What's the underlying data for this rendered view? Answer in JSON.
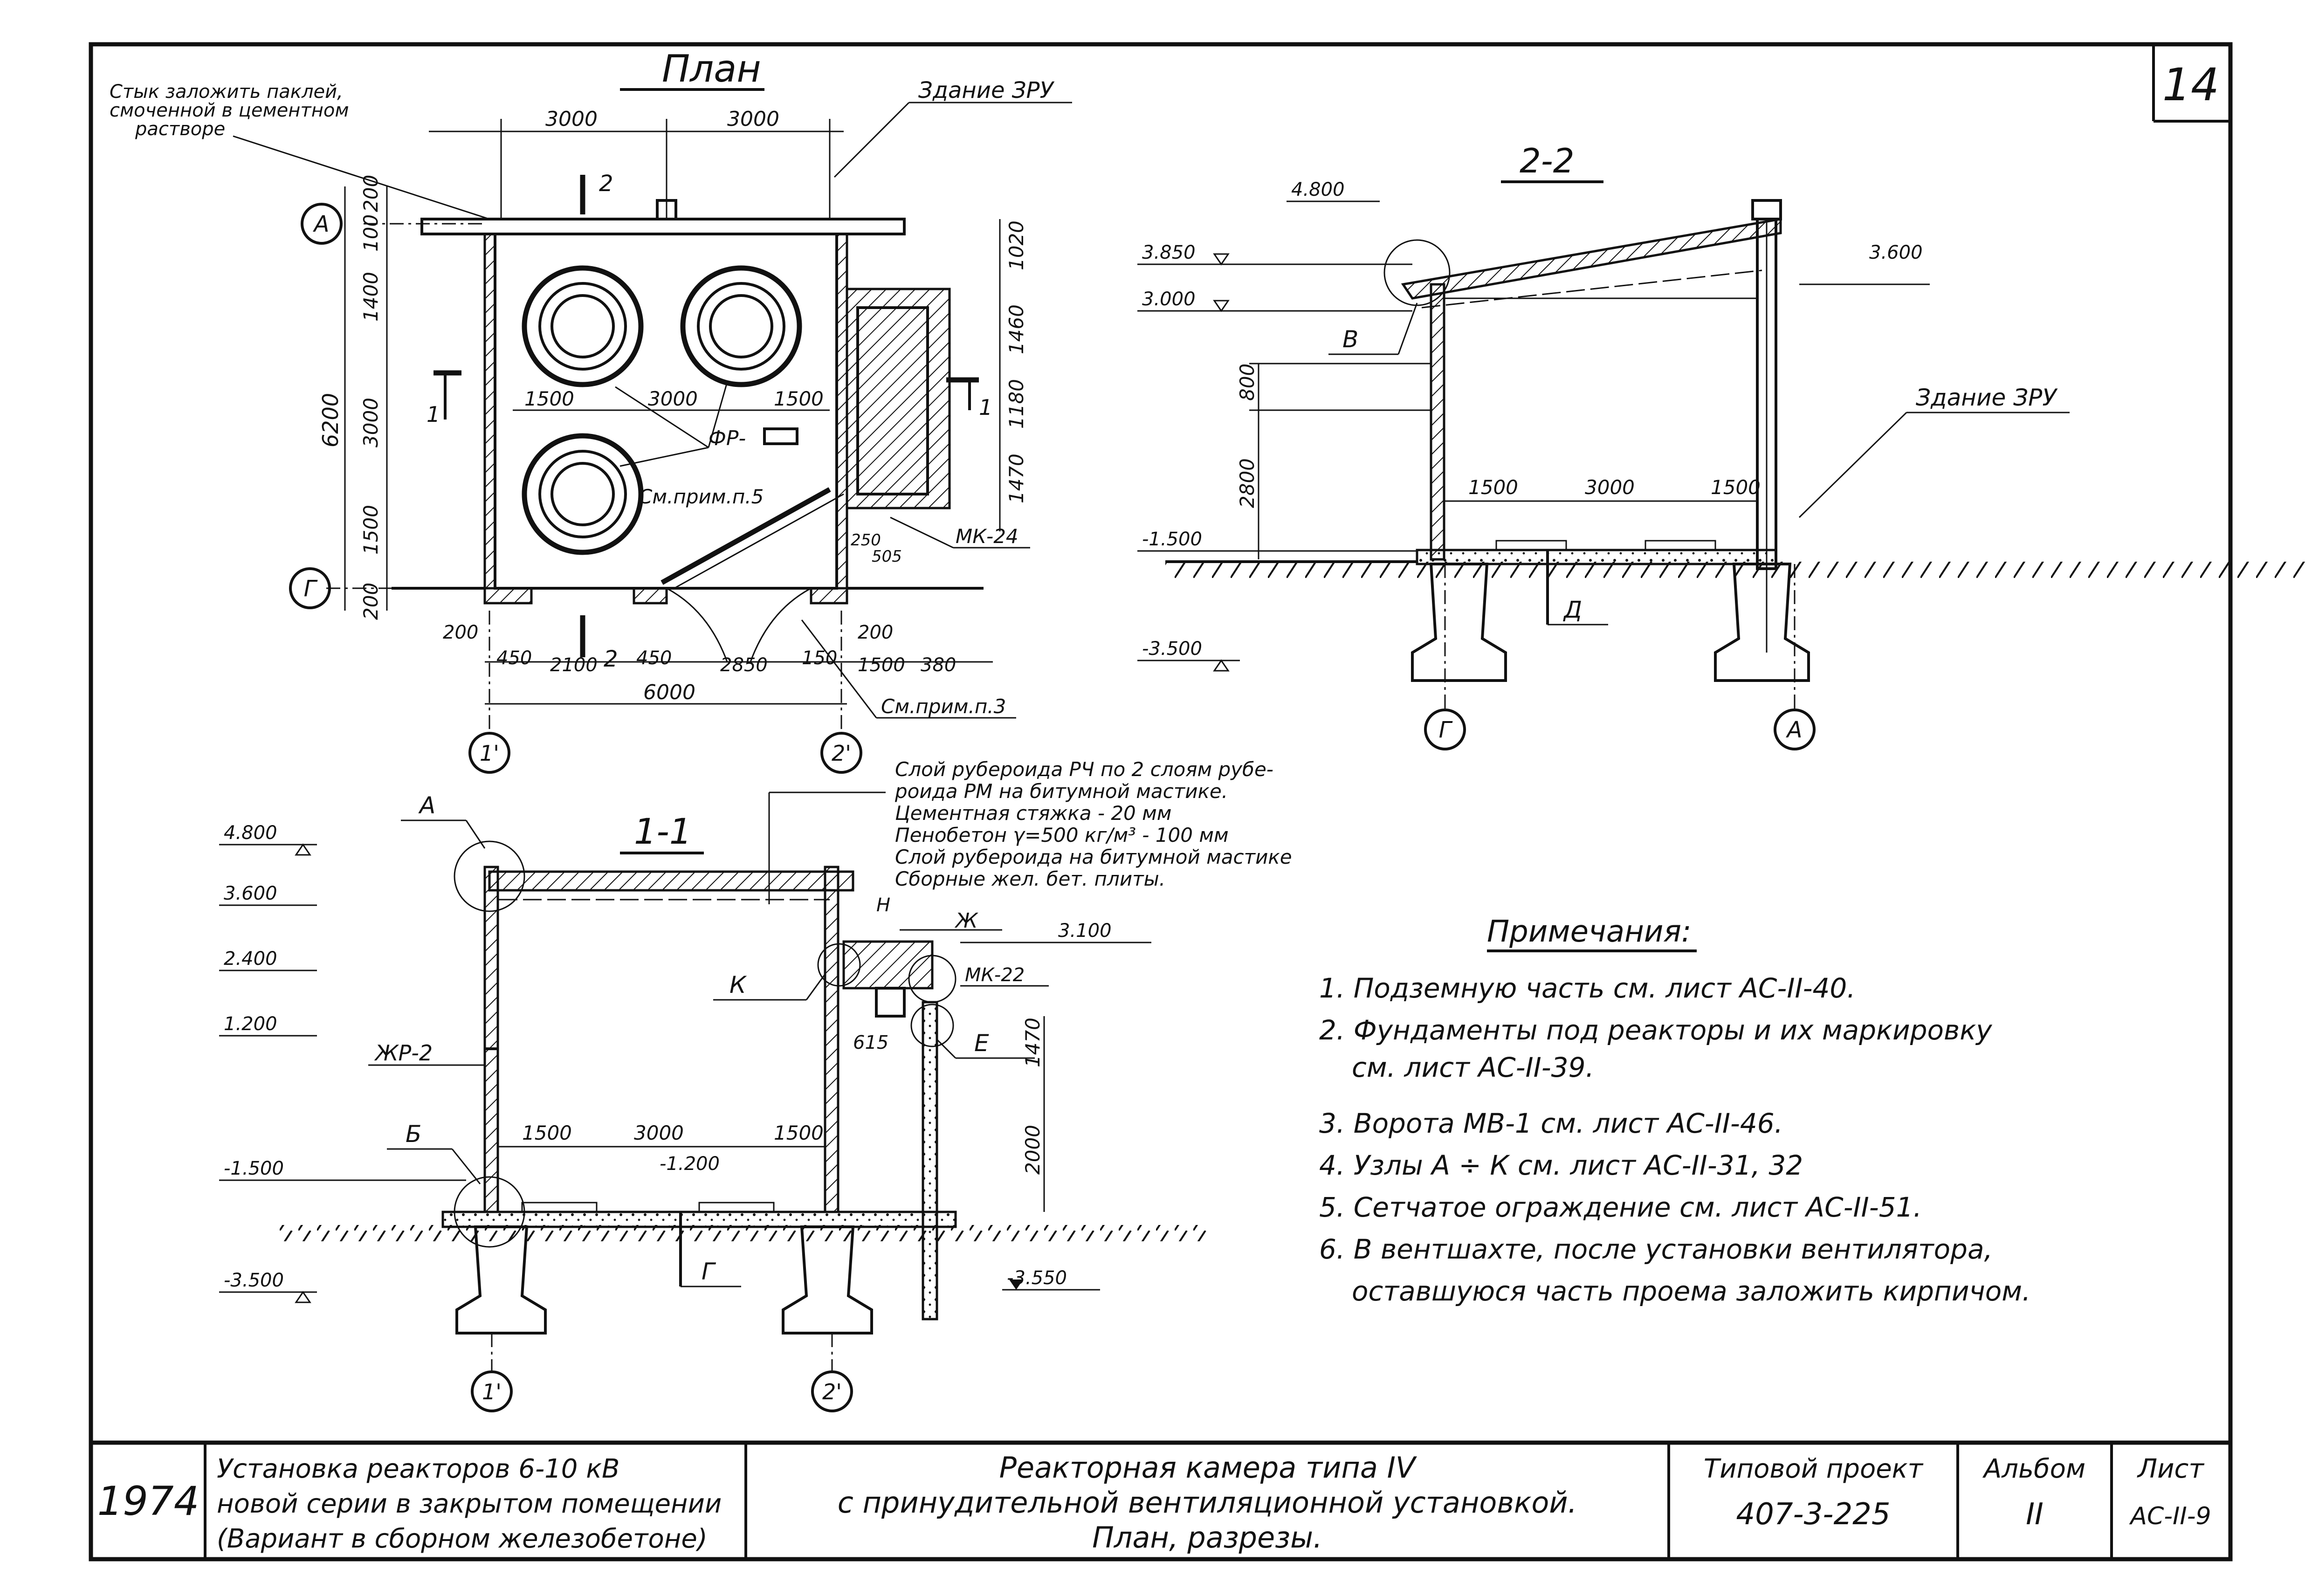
{
  "sheet_number": "14",
  "plan": {
    "title": "План",
    "note_joint": [
      "Стык заложить паклей,",
      "смоченной в цементном",
      "растворе"
    ],
    "building_label": "Здание ЗРУ",
    "dims_top": [
      "3000",
      "3000"
    ],
    "dims_left": [
      "200",
      "100",
      "1400",
      "3000",
      "1500",
      "200"
    ],
    "total_left": "6200",
    "dims_right": [
      "1020",
      "1460",
      "1180",
      "1470"
    ],
    "dims_inner": [
      "1500",
      "3000",
      "1500"
    ],
    "dims_bottom": [
      "200",
      "450",
      "2100",
      "450",
      "2850",
      "150",
      "200",
      "1500",
      "380"
    ],
    "dims_small": [
      "250",
      "505"
    ],
    "total_bottom": "6000",
    "labels": [
      "ФР-",
      "См.прим.п.5",
      "МК-24",
      "См.прим.п.3"
    ],
    "axes": [
      "А",
      "Г",
      "1'",
      "2'"
    ],
    "cuts": [
      "1",
      "1",
      "2",
      "2"
    ]
  },
  "section22": {
    "title": "2-2",
    "levels": [
      "4.800",
      "3.850",
      "3.000",
      "3.600",
      "-1.500",
      "-3.500"
    ],
    "dims_vert": [
      "800",
      "2800"
    ],
    "dims_inner": [
      "1500",
      "3000",
      "1500"
    ],
    "labels": [
      "В",
      "Д",
      "Здание ЗРУ"
    ],
    "axes": [
      "Г",
      "А"
    ]
  },
  "section11": {
    "title": "1-1",
    "roof_layers": [
      "Слой рубероида РЧ по 2 слоям рубе-",
      "роида РМ на битумной мастике.",
      "Цементная стяжка - 20 мм",
      "Пенобетон γ=500 кг/м³ - 100 мм",
      "Слой рубероида на битумной мастике",
      "Сборные жел. бет. плиты."
    ],
    "levels": [
      "4.800",
      "3.600",
      "2.400",
      "1.200",
      "-1.500",
      "-3.500",
      "3.100",
      "-1.200",
      "-3.550"
    ],
    "dims": [
      "1500",
      "3000",
      "1500",
      "1470",
      "2000",
      "615"
    ],
    "labels": [
      "А",
      "ЖР-2",
      "Б",
      "К",
      "Н",
      "Ж",
      "МК-22",
      "Е",
      "Г"
    ],
    "axes": [
      "1'",
      "2'"
    ]
  },
  "notes": {
    "title": "Примечания:",
    "items": [
      "1. Подземную часть см. лист АС-II-40.",
      "2. Фундаменты под реакторы и их маркировку",
      "см. лист АС-II-39.",
      "3. Ворота МВ-1 см. лист АС-II-46.",
      "4. Узлы А ÷ К см. лист АС-II-31, 32",
      "5. Сетчатое ограждение см. лист АС-II-51.",
      "6. В вентшахте, после установки вентилятора,",
      "оставшуюся часть проема заложить кирпичом."
    ]
  },
  "title_block": {
    "year": "1974",
    "left": [
      "Установка реакторов 6-10 кВ",
      "новой серии в закрытом помещении",
      "(Вариант в сборном железобетоне)"
    ],
    "center": [
      "Реакторная камера типа IV",
      "с принудительной вентиляционной установкой.",
      "План, разрезы."
    ],
    "project_label": "Типовой проект",
    "project_number": "407-3-225",
    "album_label": "Альбом",
    "album_number": "II",
    "sheet_label": "Лист",
    "sheet_code": "АС-II-9"
  }
}
